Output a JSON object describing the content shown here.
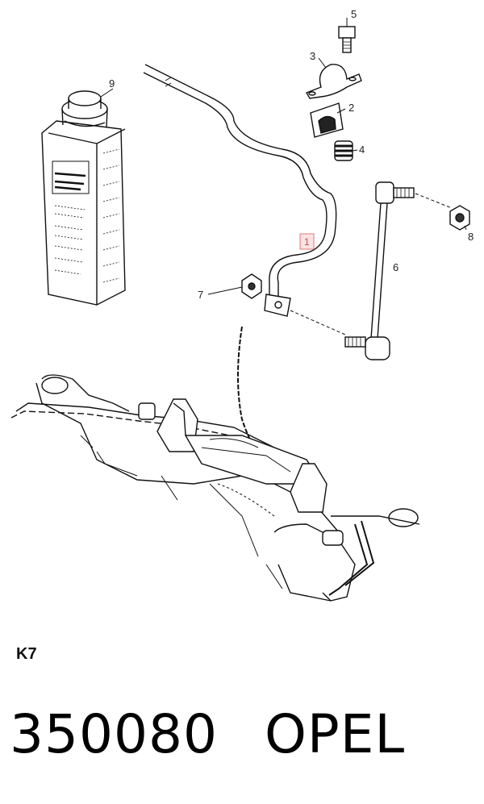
{
  "callouts": {
    "c1": "1",
    "c2": "2",
    "c3": "3",
    "c4": "4",
    "c5": "5",
    "c6": "6",
    "c7": "7",
    "c8": "8",
    "c9": "9"
  },
  "highlight_color": "#e07a7a",
  "section_code": "K7",
  "part_number": "350080",
  "brand": "OPEL"
}
